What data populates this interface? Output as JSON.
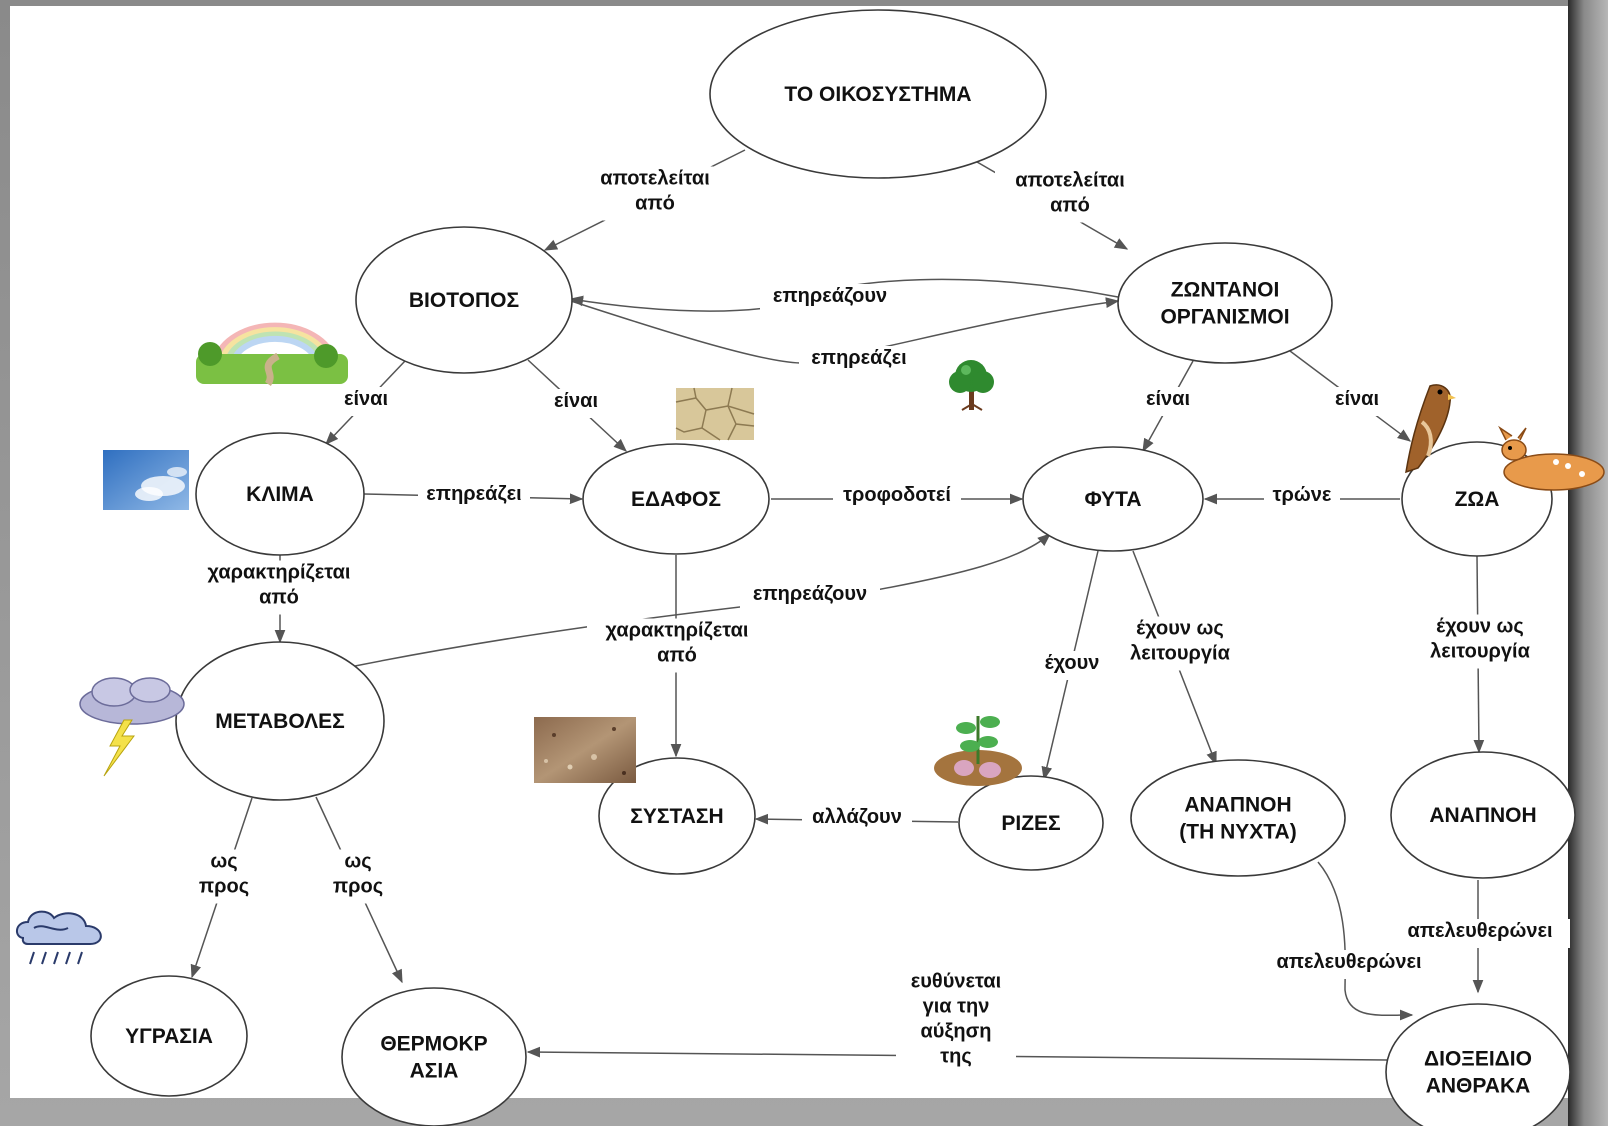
{
  "nodes": {
    "ecosystem": [
      "ΤΟ ΟΙΚΟΣΥΣΤΗΜΑ"
    ],
    "biotope": [
      "ΒΙΟΤΟΠΟΣ"
    ],
    "organisms": [
      "ΖΩΝΤΑΝΟΙ",
      "ΟΡΓΑΝΙΣΜΟΙ"
    ],
    "climate": [
      "ΚΛΙΜΑ"
    ],
    "soil": [
      "ΕΔΑΦΟΣ"
    ],
    "plants": [
      "ΦΥΤΑ"
    ],
    "animals": [
      "ΖΩΑ"
    ],
    "changes": [
      "ΜΕΤΑΒΟΛΕΣ"
    ],
    "composition": [
      "ΣΥΣΤΑΣΗ"
    ],
    "roots": [
      "ΡΙΖΕΣ"
    ],
    "plant_respiration": [
      "ΑΝΑΠΝΟΗ",
      "(ΤΗ ΝΥΧΤΑ)"
    ],
    "animal_respiration": [
      "ΑΝΑΠΝΟΗ"
    ],
    "humidity": [
      "ΥΓΡΑΣΙΑ"
    ],
    "temperature": [
      "ΘΕΡΜΟΚΡ",
      "ΑΣΙΑ"
    ],
    "co2": [
      "ΔΙΟΞΕΙΔΙΟ",
      "ΑΝΘΡΑΚΑ"
    ]
  },
  "edges": [
    {
      "id": "e1",
      "label": [
        "αποτελείται",
        "από"
      ]
    },
    {
      "id": "e2",
      "label": [
        "αποτελείται",
        "από"
      ]
    },
    {
      "id": "e3",
      "label": [
        "επηρεάζουν"
      ]
    },
    {
      "id": "e4",
      "label": [
        "επηρεάζει"
      ]
    },
    {
      "id": "e5",
      "label": [
        "είναι"
      ]
    },
    {
      "id": "e6",
      "label": [
        "είναι"
      ]
    },
    {
      "id": "e7",
      "label": [
        "είναι"
      ]
    },
    {
      "id": "e8",
      "label": [
        "είναι"
      ]
    },
    {
      "id": "e9",
      "label": [
        "επηρεάζει"
      ]
    },
    {
      "id": "e10",
      "label": [
        "τροφοδοτεί"
      ]
    },
    {
      "id": "e11",
      "label": [
        "τρώνε"
      ]
    },
    {
      "id": "e12",
      "label": [
        "χαρακτηρίζεται",
        "από"
      ]
    },
    {
      "id": "e13",
      "label": [
        "επηρεάζουν"
      ]
    },
    {
      "id": "e14",
      "label": [
        "χαρακτηρίζεται",
        "από"
      ]
    },
    {
      "id": "e15",
      "label": [
        "έχουν"
      ]
    },
    {
      "id": "e16",
      "label": [
        "έχουν ως",
        "λειτουργία"
      ]
    },
    {
      "id": "e17",
      "label": [
        "έχουν ως",
        "λειτουργία"
      ]
    },
    {
      "id": "e18",
      "label": [
        "αλλάζουν"
      ]
    },
    {
      "id": "e19",
      "label": [
        "ως",
        "προς"
      ]
    },
    {
      "id": "e20",
      "label": [
        "ως",
        "προς"
      ]
    },
    {
      "id": "e21",
      "label": [
        "απελευθερώνει"
      ]
    },
    {
      "id": "e22",
      "label": [
        "απελευθερώνει"
      ]
    },
    {
      "id": "e23",
      "label": [
        "ευθύνεται",
        "για την",
        "αύξηση",
        "της"
      ]
    }
  ],
  "illustrations": [
    "rainbow-landscape",
    "sky",
    "cracked-earth",
    "tree",
    "hawk",
    "deer",
    "storm-cloud-lightning",
    "soil-texture",
    "plant-roots",
    "rain-cloud"
  ]
}
